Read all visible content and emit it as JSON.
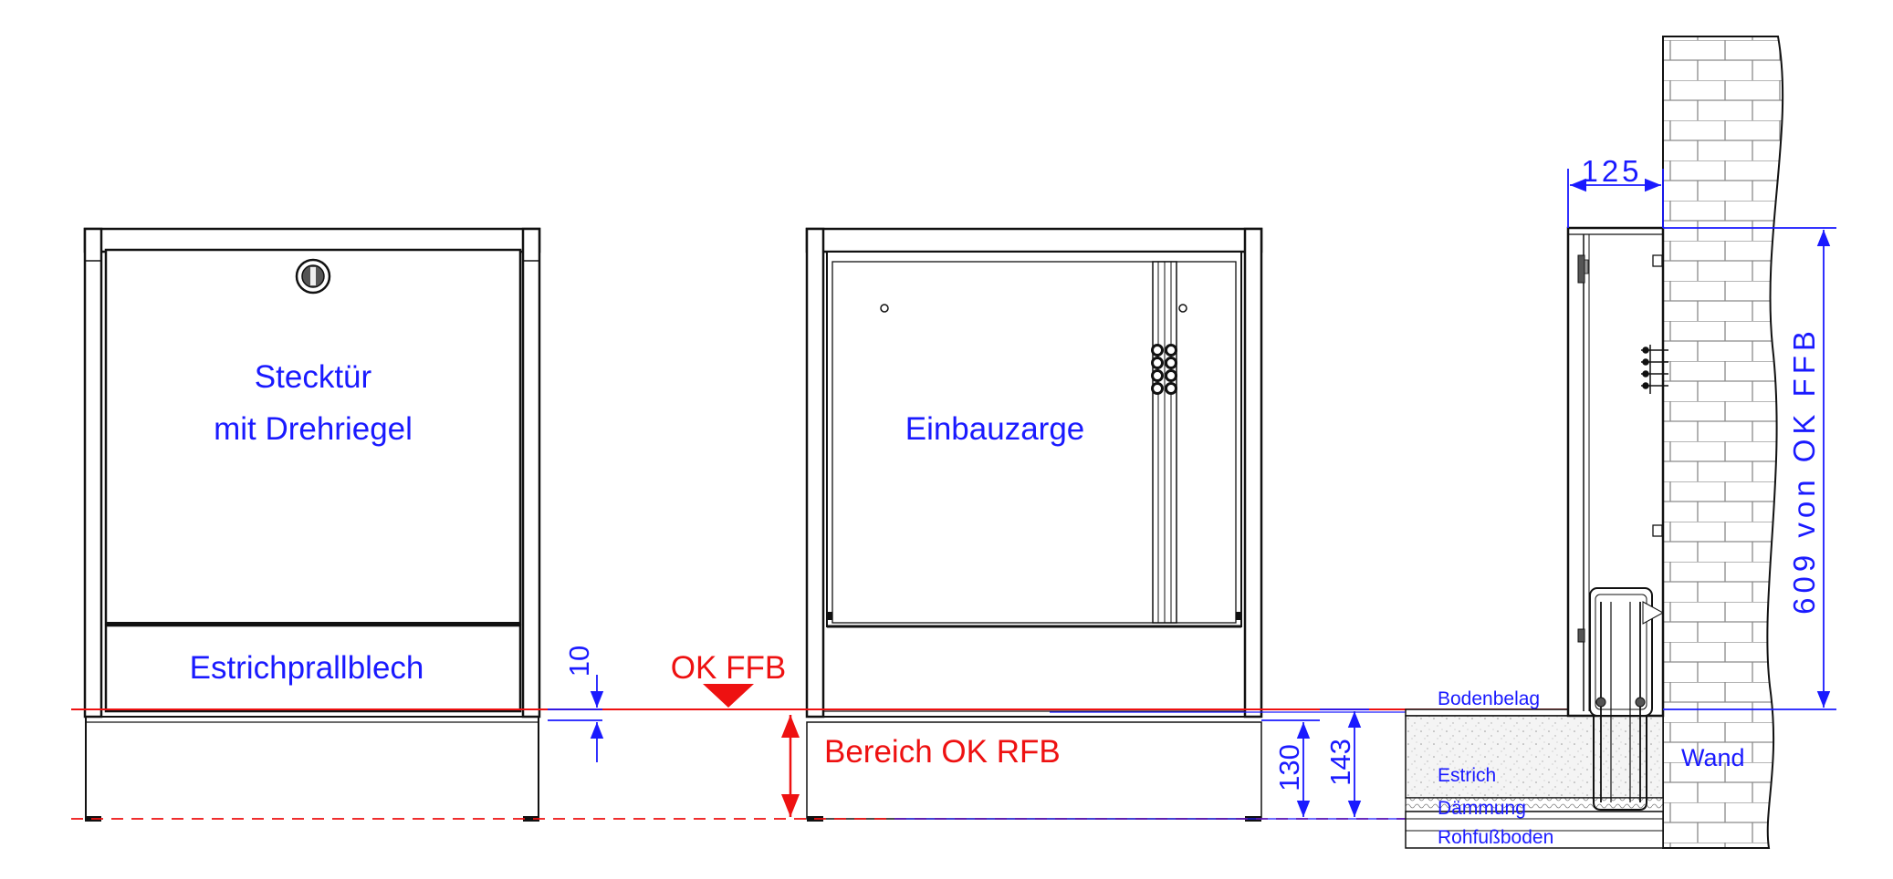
{
  "cabinet_front": {
    "door_label_line1": "Stecktür",
    "door_label_line2": "mit Drehriegel",
    "plate_label": "Estrichprallblech"
  },
  "cabinet_frame": {
    "label": "Einbauzarge"
  },
  "reference": {
    "ok_ffb": "OK FFB",
    "bereich_ok_rfb": "Bereich OK RFB"
  },
  "dimensions": {
    "d10": "10",
    "d130": "130",
    "d143": "143",
    "d125": "125",
    "d609": "609 von OK FFB"
  },
  "floor_layers": {
    "bodenbelag": "Bodenbelag",
    "estrich": "Estrich",
    "daemmung": "Dämmung",
    "rohfussboden": "Rohfußboden",
    "wand": "Wand"
  },
  "colors": {
    "line": "#111111",
    "dimension": "#1a1aff",
    "reference": "#ee1111"
  }
}
